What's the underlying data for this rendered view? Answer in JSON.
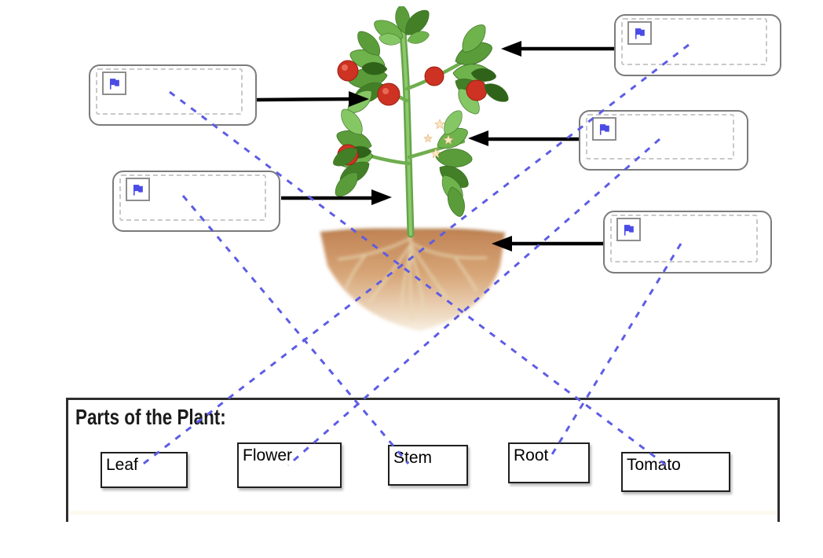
{
  "word_bank": {
    "title": "Parts of the Plant:",
    "words": [
      "Leaf",
      "Flower",
      "Stem",
      "Root",
      "Tomato"
    ]
  },
  "label_slots": [
    {
      "id": "slot-top-left",
      "icon": "flag-icon",
      "arrow_points_to": "tomato fruit"
    },
    {
      "id": "slot-middle-left",
      "icon": "flag-icon",
      "arrow_points_to": "stem"
    },
    {
      "id": "slot-top-right",
      "icon": "flag-icon",
      "arrow_points_to": "leaf"
    },
    {
      "id": "slot-middle-right",
      "icon": "flag-icon",
      "arrow_points_to": "flower cluster"
    },
    {
      "id": "slot-bottom-right",
      "icon": "flag-icon",
      "arrow_points_to": "roots"
    }
  ],
  "connections": [
    {
      "word": "Tomato",
      "slot": "slot-top-left"
    },
    {
      "word": "Stem",
      "slot": "slot-middle-left"
    },
    {
      "word": "Leaf",
      "slot": "slot-top-right"
    },
    {
      "word": "Flower",
      "slot": "slot-middle-right"
    },
    {
      "word": "Root",
      "slot": "slot-bottom-right"
    }
  ],
  "colors": {
    "connection_line": "#5d5de4",
    "arrow": "#000000",
    "flag": "#4b4be6",
    "slot_border": "#7b7b7b",
    "word_box_border": "#1f1f1f",
    "bank_border": "#2e2e2e"
  },
  "illustration": {
    "subject": "tomato plant with fruits, flowers, stem, leaves and roots in soil"
  }
}
